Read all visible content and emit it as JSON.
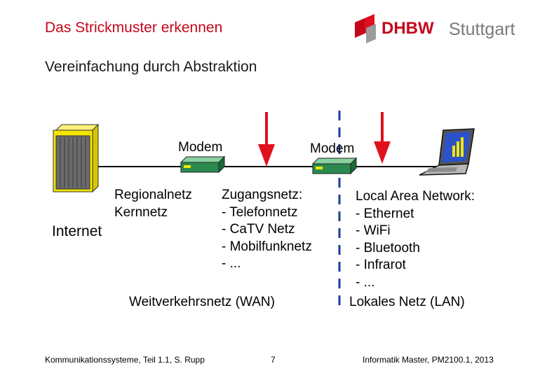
{
  "header": {
    "title": "Das Strickmuster erkennen",
    "subtitle": "Vereinfachung durch Abstraktion",
    "logo_text_dhbw": "DHBW",
    "logo_text_city": "Stuttgart"
  },
  "diagram": {
    "modem_left_label": "Modem",
    "modem_right_label": "Modem",
    "internet_label": "Internet",
    "core_lines": [
      "Regionalnetz",
      "Kernnetz"
    ],
    "access_lines": [
      "Zugangsnetz:",
      "- Telefonnetz",
      "- CaTV Netz",
      "- Mobilfunknetz",
      "- ..."
    ],
    "lan_lines": [
      "Local Area Network:",
      "- Ethernet",
      "- WiFi",
      "- Bluetooth",
      "- Infrarot",
      "- ..."
    ],
    "wan_label": "Weitverkehrsnetz (WAN)",
    "lan_label": "Lokales Netz (LAN)",
    "colors": {
      "arrow": "#e0101e",
      "divider": "#1a3c9c",
      "modem_body": "#2a8a4e",
      "server": "#f3e600"
    }
  },
  "footer": {
    "left": "Kommunikationssysteme, Teil 1.1, S. Rupp",
    "page": "7",
    "right": "Informatik Master, PM2100.1, 2013"
  }
}
